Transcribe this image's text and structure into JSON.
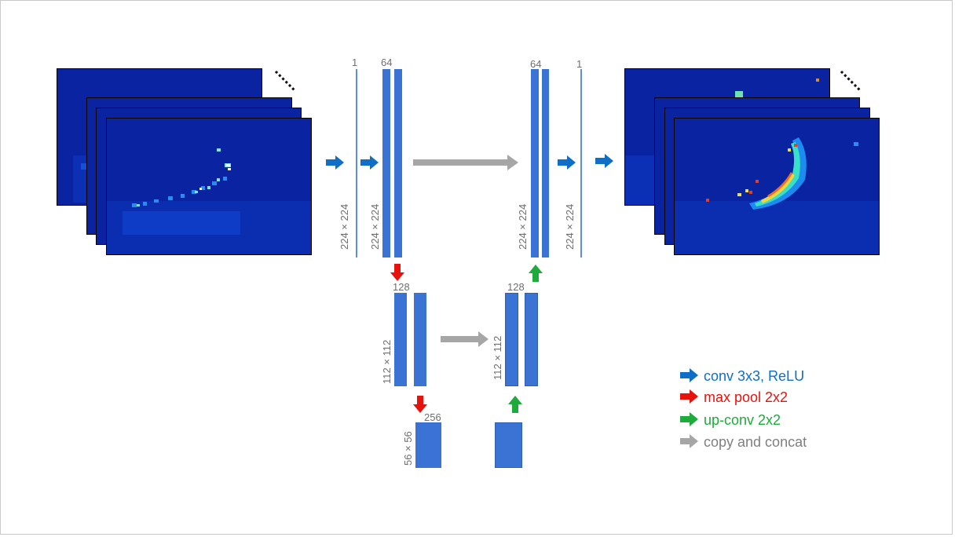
{
  "diagram": {
    "encoder": {
      "input_channels": "1",
      "level1_channels": "64",
      "level1_size": "224 × 224",
      "level2_channels": "128",
      "level2_size": "112 × 112",
      "level3_channels": "256",
      "level3_size": "56 × 56"
    },
    "decoder": {
      "level1_channels": "64",
      "output_channels": "1",
      "level1_size": "224 × 224",
      "output_size": "224 × 224",
      "level2_channels": "128",
      "level2_size": "112 × 112"
    },
    "input_size": "224 × 224",
    "colors": {
      "conv": "#0f6fc6",
      "pool": "#e8120c",
      "upconv": "#1faa3c",
      "copy": "#a6a6a6",
      "block": "#3a73d3",
      "map_background": "#0a23a0"
    }
  },
  "legend": {
    "conv": "conv 3x3, ReLU",
    "pool": "max pool 2x2",
    "upconv": "up-conv 2x2",
    "copy": "copy and concat"
  }
}
